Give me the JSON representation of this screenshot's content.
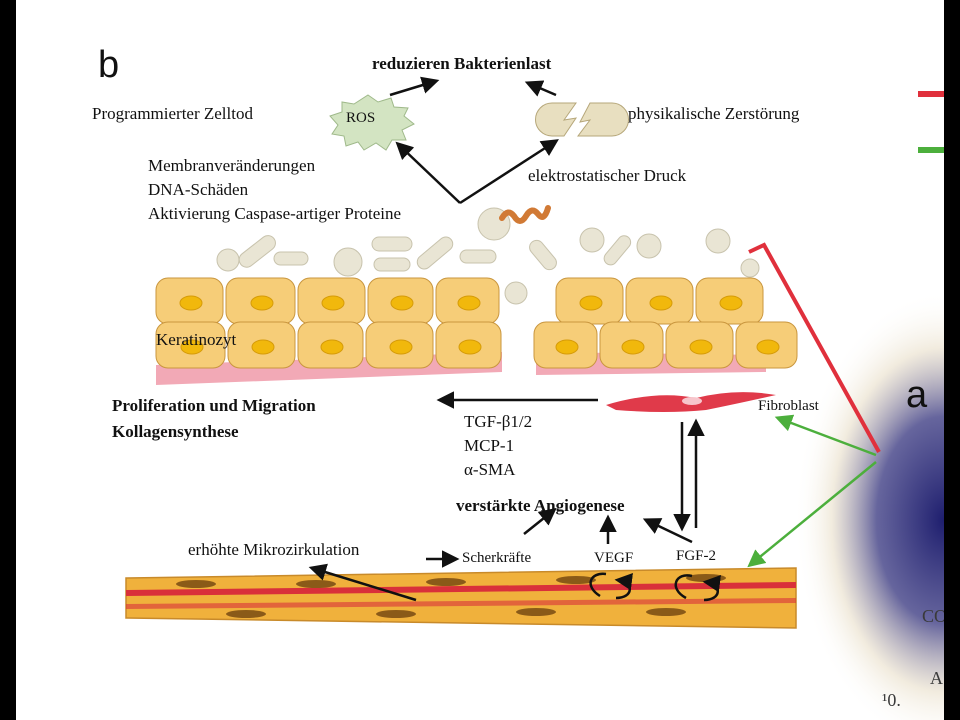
{
  "panels": {
    "b": "b",
    "a": "a"
  },
  "top": {
    "goal": "reduzieren Bakterienlast",
    "ros": "ROS",
    "cell_death": "Programmierter Zelltod",
    "physical": "physikalische Zerstörung",
    "electrostatic": "elektrostatischer Druck",
    "mechanisms": [
      "Membranveränderungen",
      "DNA-Schäden",
      "Aktivierung Caspase-artiger Proteine"
    ]
  },
  "tissue": {
    "keratinocyte": "Keratinozyt",
    "fibroblast": "Fibroblast"
  },
  "outcomes": {
    "proliferation": "Proliferation und Migration",
    "collagen": "Kollagensynthese",
    "factors": [
      "TGF-β1/2",
      "MCP-1",
      "α-SMA"
    ],
    "angiogenesis": "verstärkte Angiogenese",
    "microcirculation": "erhöhte Mikrozirkulation",
    "shear": "Scherkräfte",
    "vegf": "VEGF",
    "fgf": "FGF-2"
  },
  "edge_fragments": {
    "c1": "CO",
    "c2": "A",
    "c3": "¹0."
  },
  "colors": {
    "cell_fill": "#f6cd78",
    "cell_stroke": "#c9963e",
    "nucleus": "#f1b80c",
    "skin_base": "#f2a9b6",
    "vessel": "#f0b13c",
    "vessel_core": "#d9303a",
    "vessel_nucleus": "#8a5a18",
    "fibroblast": "#e03a4a",
    "red_line": "#e0303c",
    "green_line": "#4caf3c",
    "bacteria": "#e9e5d4",
    "ros_star": "#d3e4c2",
    "navy": "#1e1e6e"
  }
}
